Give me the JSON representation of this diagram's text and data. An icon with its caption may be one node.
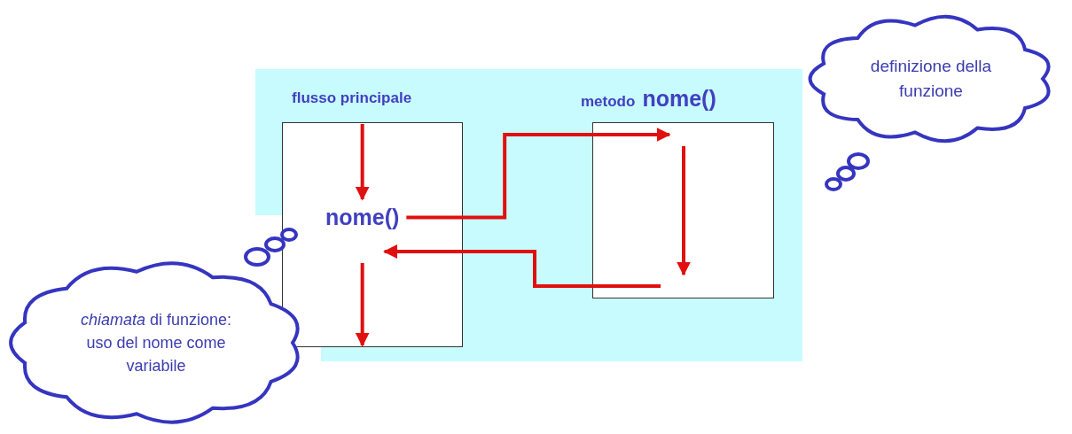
{
  "diagram": {
    "nodes": [
      {
        "text": [
          "flusso principale"
        ]
      },
      {
        "text": [
          "metodo",
          "nome()"
        ]
      },
      {
        "text": [
          "nome()"
        ],
        "in": 0
      },
      {
        "text": [
          "definizione della funzione"
        ]
      },
      {
        "text": [
          "*chiamata* di funzione: uso del nome come variabile"
        ]
      }
    ],
    "edges": [
      {
        "from": null,
        "to": 2,
        "arrow": "to"
      },
      {
        "from": 2,
        "to": 1,
        "arrow": "to"
      },
      {
        "from": 1,
        "to": 2,
        "arrow": "to"
      },
      {
        "from": 2,
        "to": null,
        "arrow": "to"
      }
    ]
  }
}
